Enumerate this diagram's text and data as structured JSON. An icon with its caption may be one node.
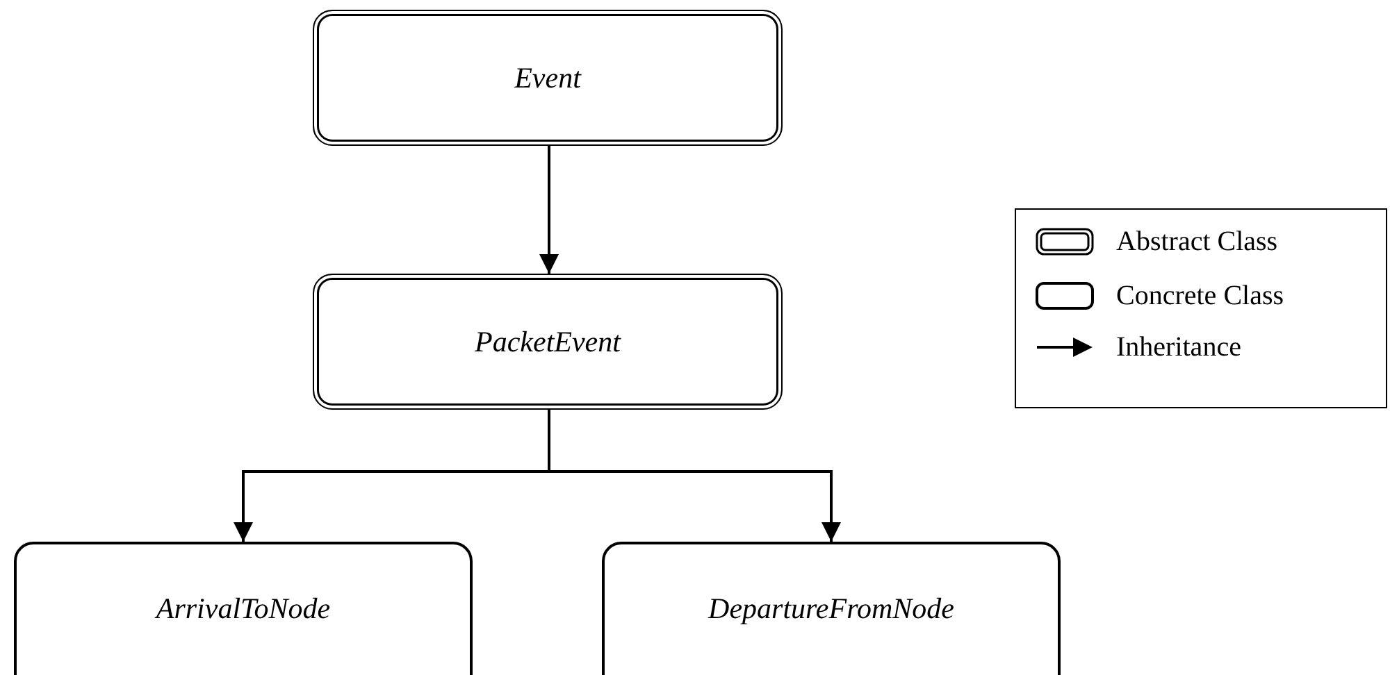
{
  "diagram": {
    "nodes": [
      {
        "text": [
          "Event"
        ]
      },
      {
        "text": [
          "PacketEvent"
        ]
      },
      {
        "text": [
          "ArrivalToNode"
        ]
      },
      {
        "text": [
          "DepartureFromNode"
        ]
      }
    ],
    "edges": [
      {
        "from": 0,
        "to": 1,
        "arrow": "to"
      },
      {
        "from": 1,
        "to": 2,
        "arrow": "to"
      },
      {
        "from": 1,
        "to": 3,
        "arrow": "to"
      }
    ],
    "legend": [
      {
        "text": "Abstract Class"
      },
      {
        "text": "Concrete Class"
      },
      {
        "text": "Inheritance"
      }
    ]
  }
}
